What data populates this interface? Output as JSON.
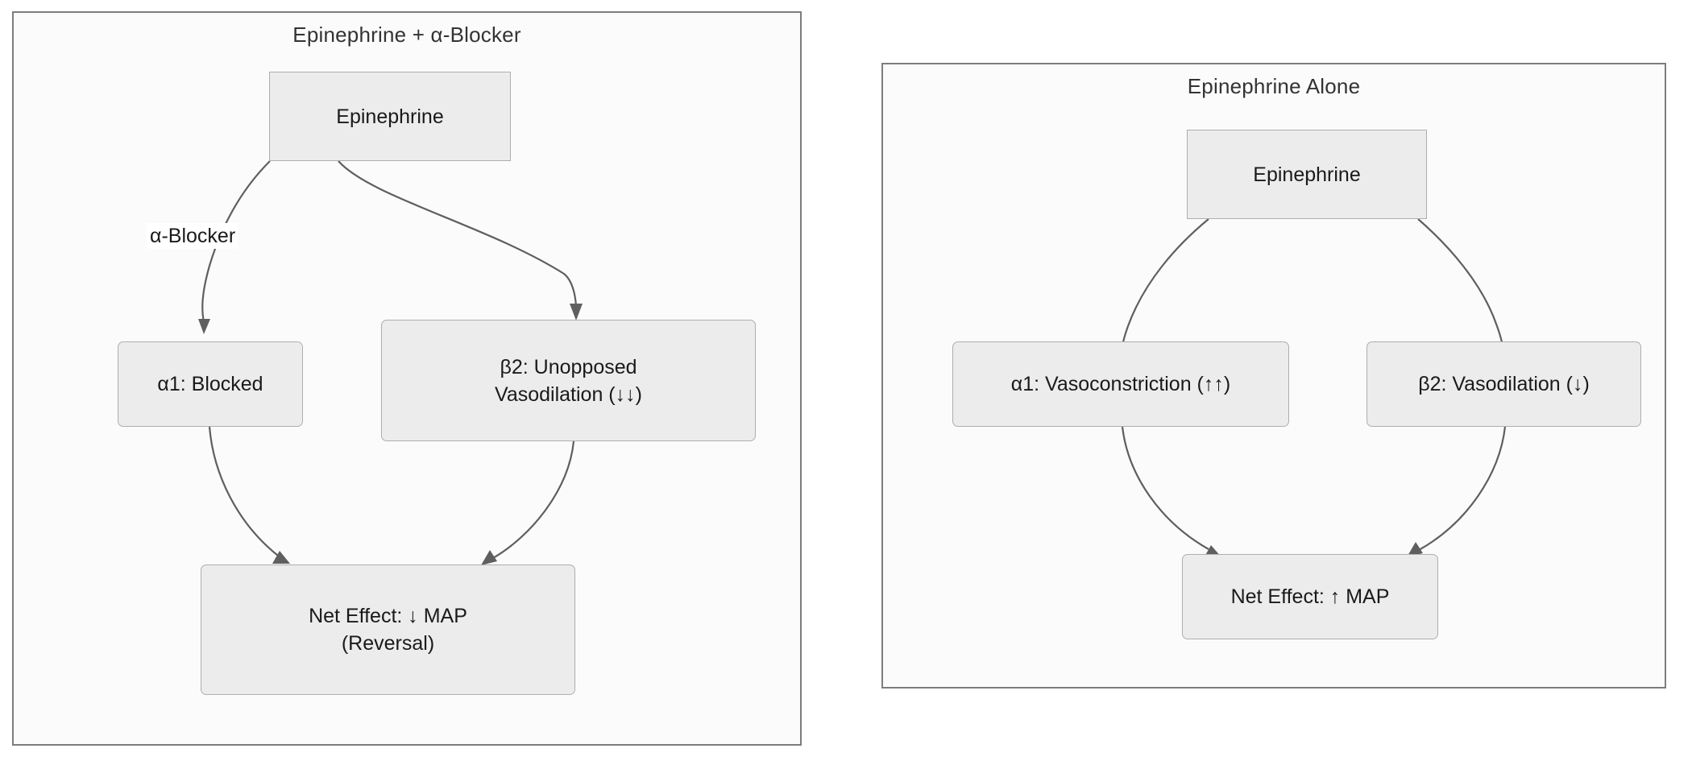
{
  "panels": [
    {
      "id": "epinephrine-plus-alpha-blocker",
      "title": "Epinephrine + α-Blocker",
      "nodes": {
        "source": {
          "label": "Epinephrine"
        },
        "alpha1": {
          "label": "α1: Blocked"
        },
        "beta2": {
          "line1": "β2: Unopposed",
          "line2": "Vasodilation (↓↓)"
        },
        "net": {
          "line1": "Net Effect: ↓ MAP",
          "line2": "(Reversal)"
        }
      },
      "edge_labels": {
        "alpha_blocker": "α-Blocker"
      }
    },
    {
      "id": "epinephrine-alone",
      "title": "Epinephrine Alone",
      "nodes": {
        "source": {
          "label": "Epinephrine"
        },
        "alpha1": {
          "label": "α1: Vasoconstriction (↑↑)"
        },
        "beta2": {
          "label": "β2: Vasodilation (↓)"
        },
        "net": {
          "label": "Net Effect: ↑ MAP"
        }
      }
    }
  ],
  "colors": {
    "node_fill": "#ececec",
    "node_border": "#aeaeae",
    "panel_fill": "#fbfbfb",
    "panel_border": "#7d7d7d",
    "edge_stroke": "#5f5f5f",
    "text": "#1a1a1a",
    "title_text": "#333333"
  }
}
